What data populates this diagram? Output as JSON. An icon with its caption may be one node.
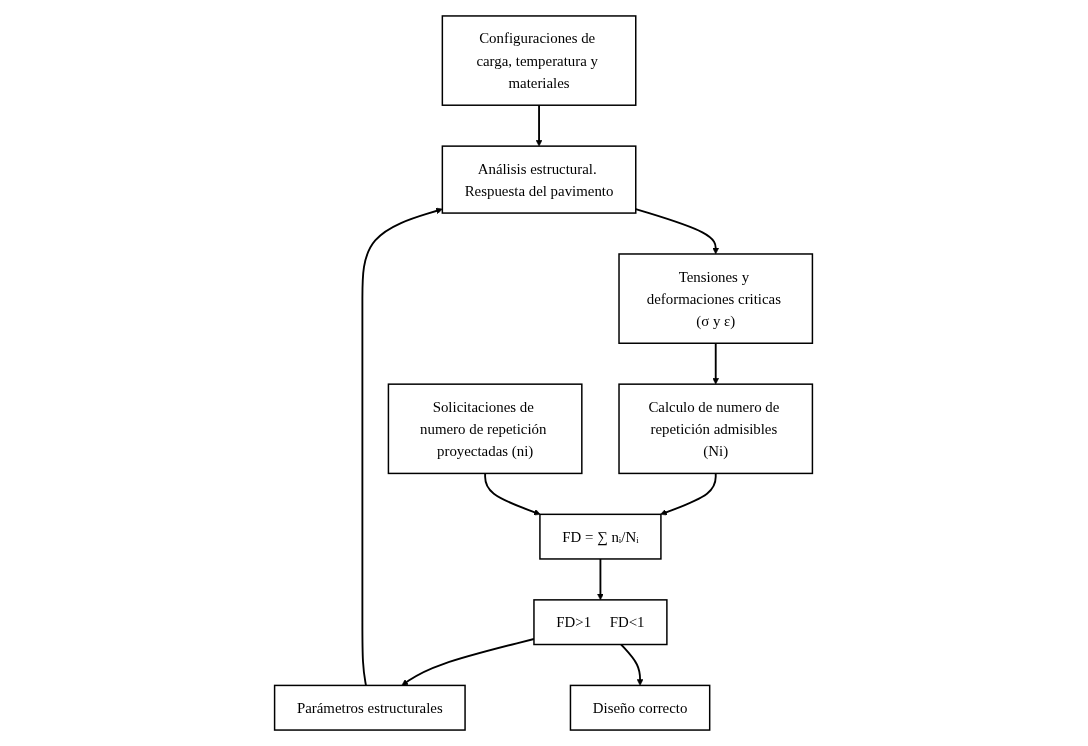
{
  "diagram": {
    "nodes": [
      {
        "text": [
          "Configuraciones de carga, temperatura y materiales"
        ]
      },
      {
        "text": [
          "Análisis estructural. Respuesta del pavimento"
        ]
      },
      {
        "text": [
          "Tensiones y deformaciones criticas (σ y ε)"
        ]
      },
      {
        "text": [
          "Parámetros estructurales"
        ]
      },
      {
        "text": [
          "Solicitaciones de numero de repetición proyectadas (ni)"
        ]
      },
      {
        "text": [
          "FD = ∑ nᵢ/Nᵢ"
        ]
      },
      {
        "text": [
          "Calculo de numero de repetición admisibles (Ni)"
        ]
      },
      {
        "text": [
          "FD>1",
          "FD<1"
        ]
      },
      {
        "text": [
          "Diseño correcto"
        ]
      }
    ],
    "edges": [
      {
        "from": 0,
        "to": 1,
        "arrow": "to"
      },
      {
        "from": 3,
        "to": 1,
        "arrow": "to"
      },
      {
        "from": 1,
        "to": 2,
        "arrow": "to"
      },
      {
        "from": 2,
        "to": 6,
        "arrow": "to"
      },
      {
        "from": 6,
        "to": 5,
        "arrow": "to"
      },
      {
        "from": 4,
        "to": 5,
        "arrow": "to"
      },
      {
        "from": 5,
        "to": 7,
        "arrow": "to"
      },
      {
        "from": 7,
        "to": 3,
        "arrow": "to"
      },
      {
        "from": 7,
        "to": 8,
        "arrow": "to"
      }
    ]
  }
}
